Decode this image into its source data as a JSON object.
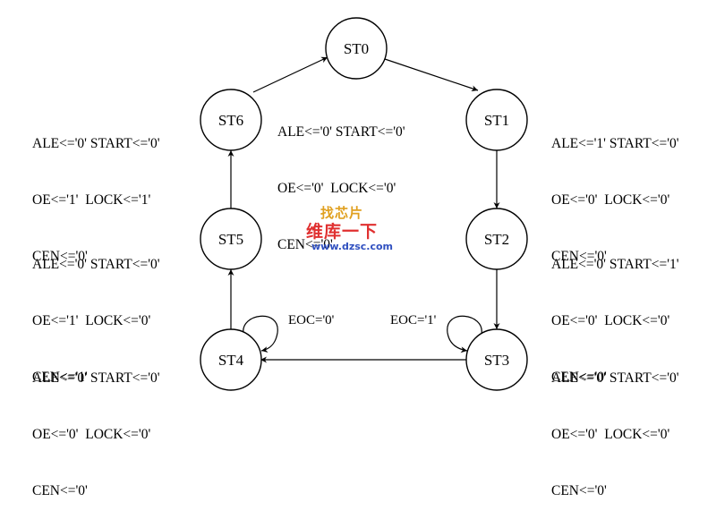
{
  "states": {
    "st0": "ST0",
    "st1": "ST1",
    "st2": "ST2",
    "st3": "ST3",
    "st4": "ST4",
    "st5": "ST5",
    "st6": "ST6"
  },
  "self_loops": {
    "st4": "EOC='0'",
    "st3": "EOC='1'"
  },
  "outputs": {
    "st0": [
      "ALE<='0' START<='0'",
      "OE<='0'  LOCK<='0'",
      "CEN<='0'"
    ],
    "st1": [
      "ALE<='1' START<='0'",
      "OE<='0'  LOCK<='0'",
      "CEN<='0'"
    ],
    "st2": [
      "ALE<='0' START<='1'",
      "OE<='0'  LOCK<='0'",
      "CEN<='0'"
    ],
    "st3": [
      "ALE<='0' START<='0'",
      "OE<='0'  LOCK<='0'",
      "CEN<='0'"
    ],
    "st4": [
      "ALE<='0' START<='0'",
      "OE<='0'  LOCK<='0'",
      "CEN<='0'"
    ],
    "st5": [
      "ALE<='0' START<='0'",
      "OE<='1'  LOCK<='0'",
      "CEN<='1'"
    ],
    "st6": [
      "ALE<='0' START<='0'",
      "OE<='1'  LOCK<='1'",
      "CEN<='0'"
    ]
  },
  "watermark": {
    "top": "找芯片",
    "middle": "维库一下",
    "url": "www.dzsc.com"
  }
}
